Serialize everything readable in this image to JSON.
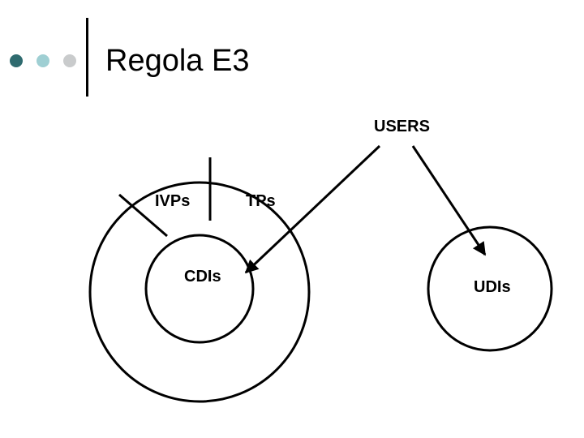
{
  "slide": {
    "title": "Regola E3",
    "bullet_colors": [
      "#2f6b6f",
      "#9fcfd3",
      "#c9cbcc"
    ]
  },
  "diagram": {
    "labels": {
      "users": "USERS",
      "ivps": "IVPs",
      "tps": "TPs",
      "cdis": "CDIs",
      "udis": "UDIs"
    },
    "line_color": "#000000"
  }
}
